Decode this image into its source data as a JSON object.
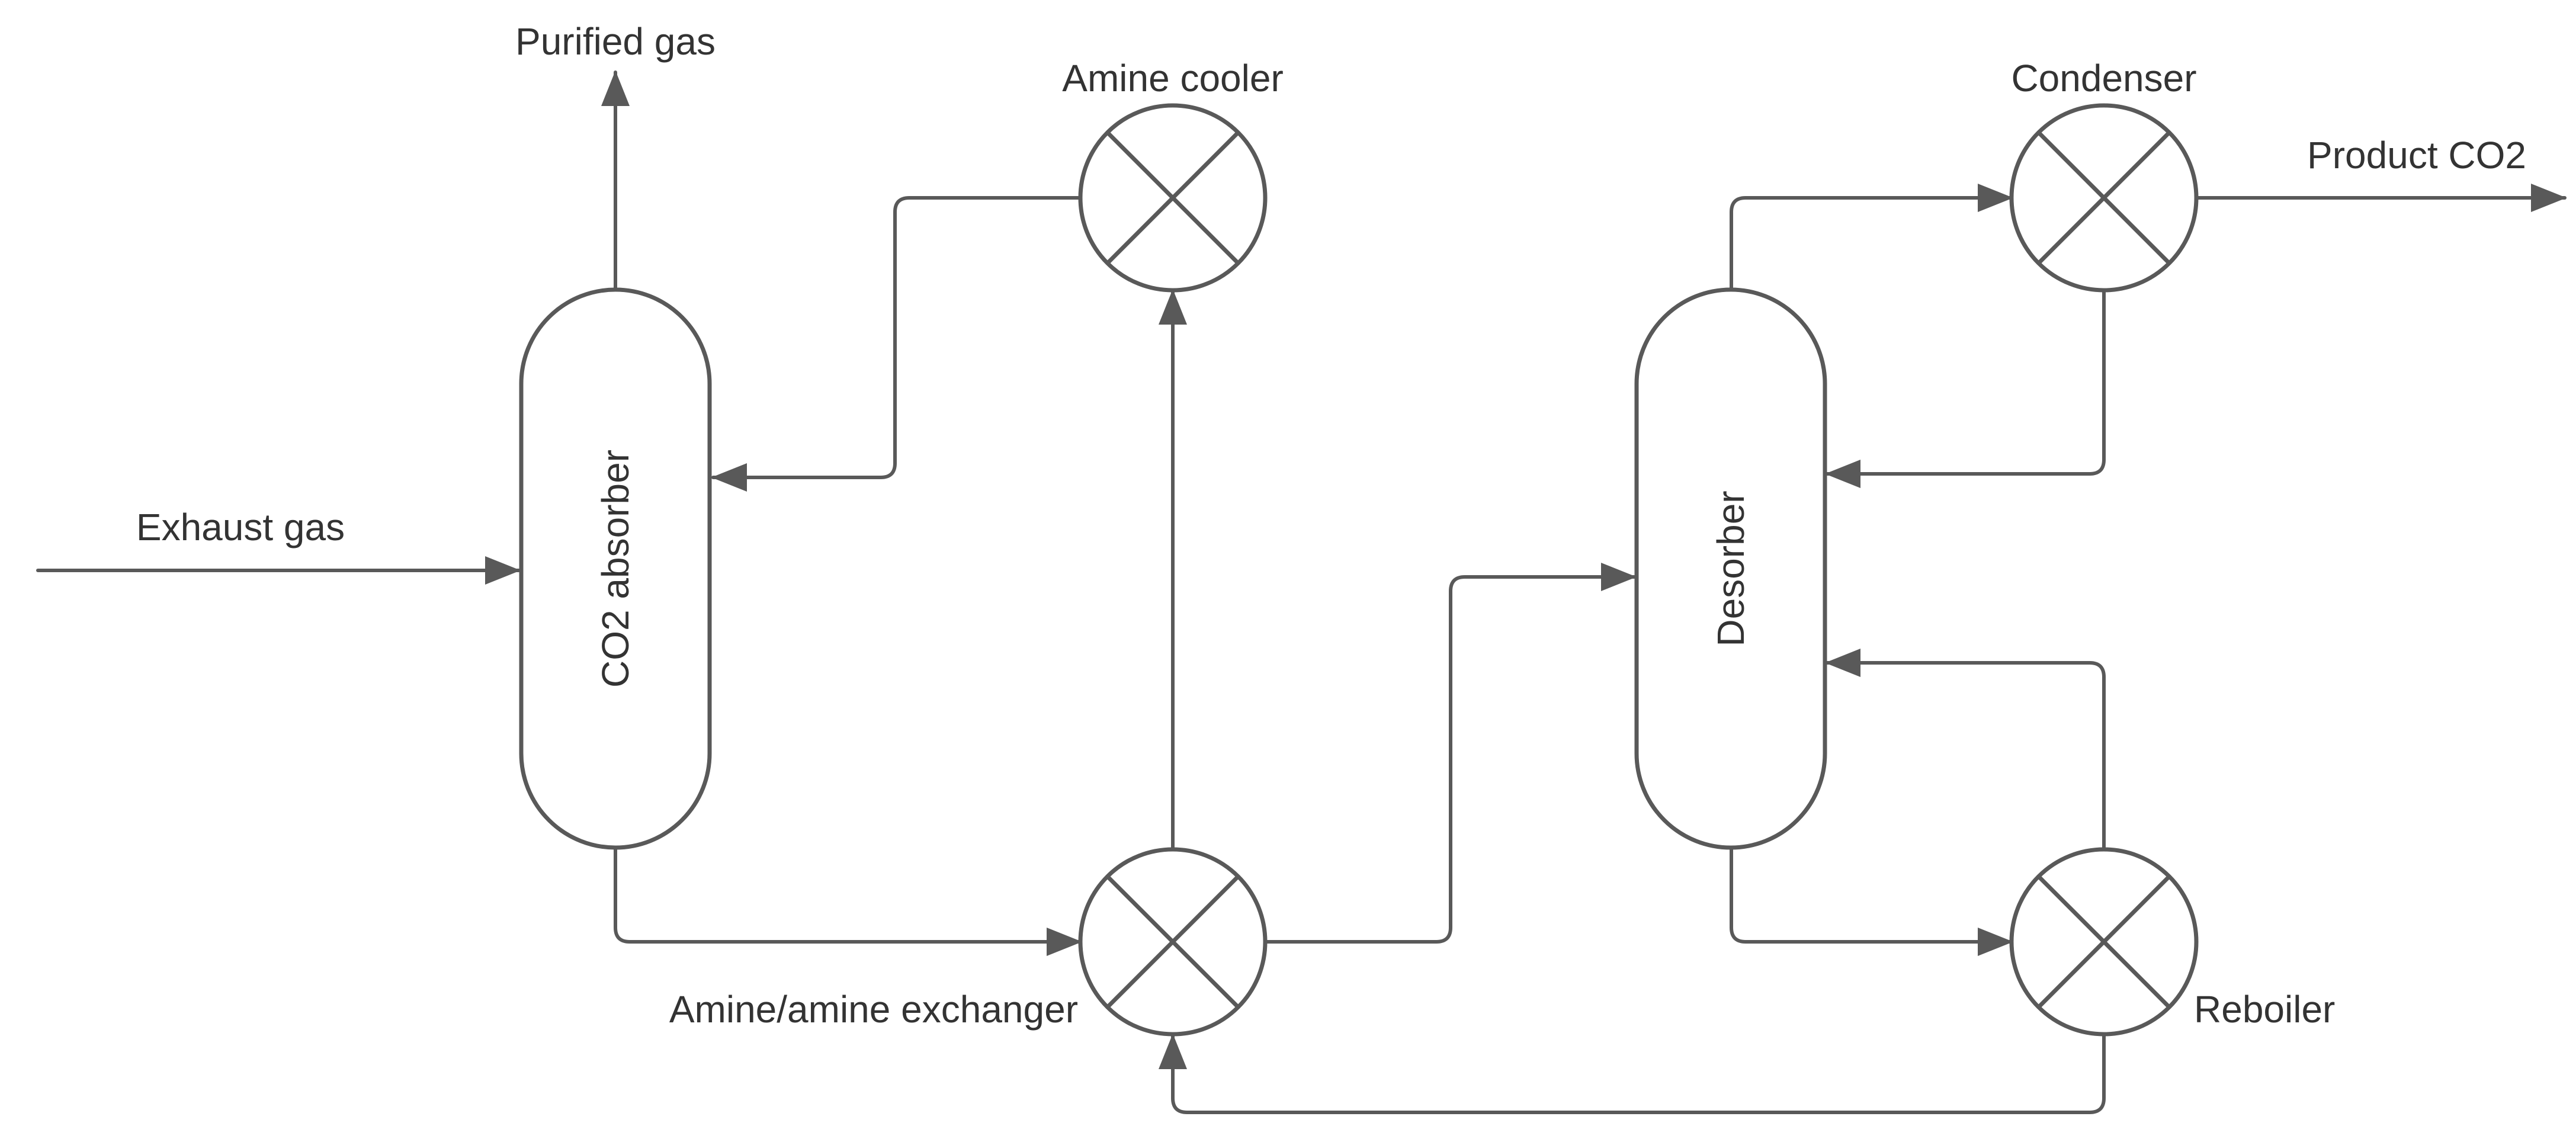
{
  "colors": {
    "line": "#595959",
    "text": "#333333",
    "background": "#ffffff"
  },
  "icons": {
    "heat_exchanger": "circle-with-x-icon",
    "arrow": "arrowhead-icon"
  },
  "equipment": {
    "absorber": {
      "label": "CO2 absorber"
    },
    "desorber": {
      "label": "Desorber"
    },
    "amine_cooler": {
      "label": "Amine cooler"
    },
    "amine_exchanger": {
      "label": "Amine/amine exchanger"
    },
    "condenser": {
      "label": "Condenser"
    },
    "reboiler": {
      "label": "Reboiler"
    }
  },
  "streams": {
    "exhaust_gas": {
      "label": "Exhaust gas"
    },
    "purified_gas": {
      "label": "Purified gas"
    },
    "product_co2": {
      "label": "Product CO2"
    }
  }
}
